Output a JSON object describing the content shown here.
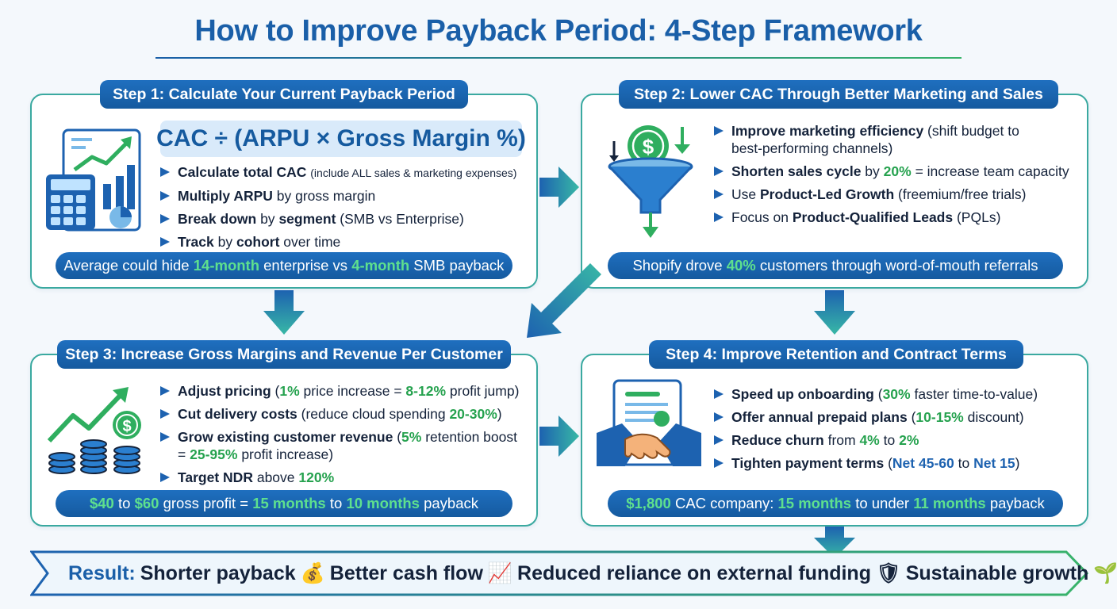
{
  "title": "How to Improve Payback Period: 4-Step Framework",
  "step1": {
    "heading": "Step 1: Calculate Your Current Payback Period",
    "formula": "CAC ÷ (ARPU × Gross Margin %)",
    "b1_bold": "Calculate total CAC",
    "b1_small": "(include ALL sales & marketing expenses)",
    "b2_bold": "Multiply ARPU",
    "b2_rest": "by gross margin",
    "b3_bold1": "Break down",
    "b3_mid": "by",
    "b3_bold2": "segment",
    "b3_rest": "(SMB vs Enterprise)",
    "b4_bold1": "Track",
    "b4_mid": "by",
    "b4_bold2": "cohort",
    "b4_rest": "over time",
    "pill_a": "Average could hide",
    "pill_b": "14-month",
    "pill_c": "enterprise vs",
    "pill_d": "4-month",
    "pill_e": "SMB payback"
  },
  "step2": {
    "heading": "Step 2: Lower CAC Through Better Marketing and Sales",
    "b1_bold": "Improve marketing efficiency",
    "b1_rest": "(shift budget to",
    "b1_line2": "best-performing channels)",
    "b2_bold": "Shorten sales cycle",
    "b2_mid": "by",
    "b2_green": "20%",
    "b2_rest": "= increase team capacity",
    "b3_pre": "Use",
    "b3_bold": "Product-Led Growth",
    "b3_rest": "(freemium/free trials)",
    "b4_pre": "Focus on",
    "b4_bold": "Product-Qualified Leads",
    "b4_rest": "(PQLs)",
    "pill_a": "Shopify drove",
    "pill_b": "40%",
    "pill_c": "customers through word-of-mouth referrals"
  },
  "step3": {
    "heading": "Step 3: Increase Gross Margins and Revenue Per Customer",
    "b1_bold": "Adjust pricing",
    "b1_a": "(",
    "b1_g1": "1%",
    "b1_b": "price increase =",
    "b1_g2": "8-12%",
    "b1_c": "profit jump)",
    "b2_bold": "Cut delivery costs",
    "b2_a": "(reduce cloud spending",
    "b2_g": "20-30%",
    "b2_c": ")",
    "b3_bold": "Grow existing customer revenue",
    "b3_a": "(",
    "b3_g1": "5%",
    "b3_b": "retention boost",
    "b3_c": "=",
    "b3_g2": "25-95%",
    "b3_d": "profit increase)",
    "b4_bold": "Target NDR",
    "b4_a": "above",
    "b4_g": "120%",
    "pill_a": "$40",
    "pill_b": "to",
    "pill_c": "$60",
    "pill_d": "gross profit =",
    "pill_e": "15 months",
    "pill_f": "to",
    "pill_g": "10 months",
    "pill_h": "payback"
  },
  "step4": {
    "heading": "Step 4: Improve Retention and Contract Terms",
    "b1_bold": "Speed up onboarding",
    "b1_a": "(",
    "b1_g": "30%",
    "b1_b": "faster time-to-value)",
    "b2_bold": "Offer annual prepaid plans",
    "b2_a": "(",
    "b2_g": "10-15%",
    "b2_b": "discount)",
    "b3_bold": "Reduce churn",
    "b3_a": "from",
    "b3_g1": "4%",
    "b3_b": "to",
    "b3_g2": "2%",
    "b4_bold": "Tighten payment terms",
    "b4_a": "(",
    "b4_bl1": "Net 45-60",
    "b4_b": "to",
    "b4_bl2": "Net 15",
    "b4_c": ")",
    "pill_a": "$1,800",
    "pill_b": "CAC company:",
    "pill_c": "15 months",
    "pill_d": "to under",
    "pill_e": "11 months",
    "pill_f": "payback"
  },
  "result": {
    "label": "Result:",
    "i1": "Shorter payback",
    "e1": "💰",
    "i2": "Better cash flow",
    "e2": "📈",
    "i3": "Reduced reliance on external funding",
    "e3": "🛡",
    "i4": "Sustainable growth",
    "e4": "🌱"
  },
  "colors": {
    "brand_blue": "#1a5fa8",
    "card_border": "#3aa9a0",
    "highlight_green": "#26a24f",
    "pill_green": "#5ee08e"
  }
}
